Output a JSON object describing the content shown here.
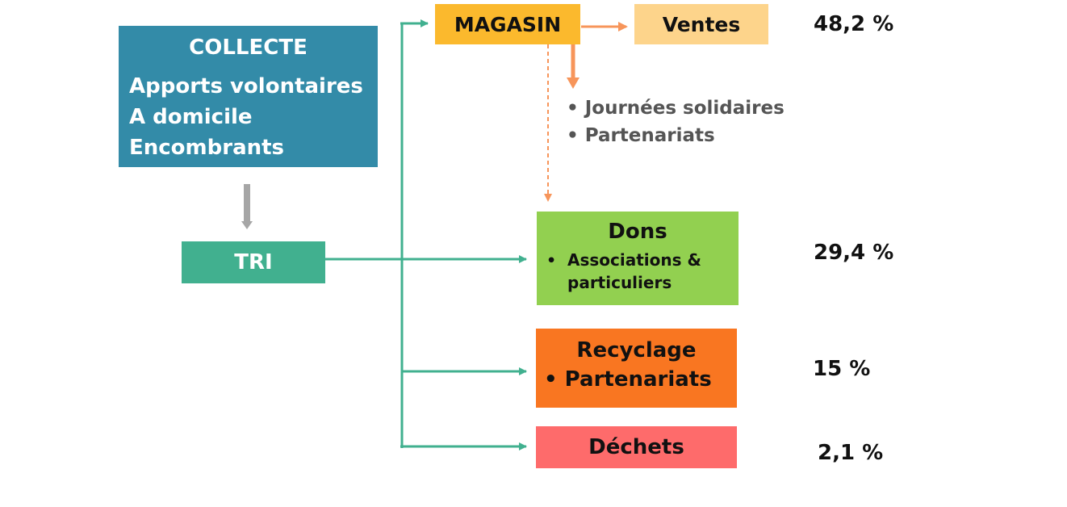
{
  "collecte": {
    "title": "COLLECTE",
    "lines": [
      "Apports volontaires",
      "A domicile",
      "Encombrants"
    ]
  },
  "tri": {
    "label": "TRI"
  },
  "magasin": {
    "label": "MAGASIN",
    "ventes": "Ventes",
    "ventes_pct": "48,2 %",
    "notes": [
      "• Journées solidaires",
      "• Partenariats"
    ]
  },
  "dons": {
    "title": "Dons",
    "bullet": "•",
    "lines": [
      "Associations &",
      "particuliers"
    ],
    "pct": "29,4 %"
  },
  "recyclage": {
    "title": "Recyclage",
    "item": "• Partenariats",
    "pct": "15 %"
  },
  "dechets": {
    "label": "Déchets",
    "pct": "2,1 %"
  },
  "colors": {
    "collecte": "#338ba8",
    "tri": "#41b08f",
    "magasin": "#fbb92d",
    "ventes": "#fdd48b",
    "dons": "#92d050",
    "recyclage": "#f97621",
    "dechets": "#fe6b6b",
    "teal_arrow": "#41b08f",
    "orange_arrow": "#f7955a",
    "grey_arrow": "#a6a6a6"
  }
}
